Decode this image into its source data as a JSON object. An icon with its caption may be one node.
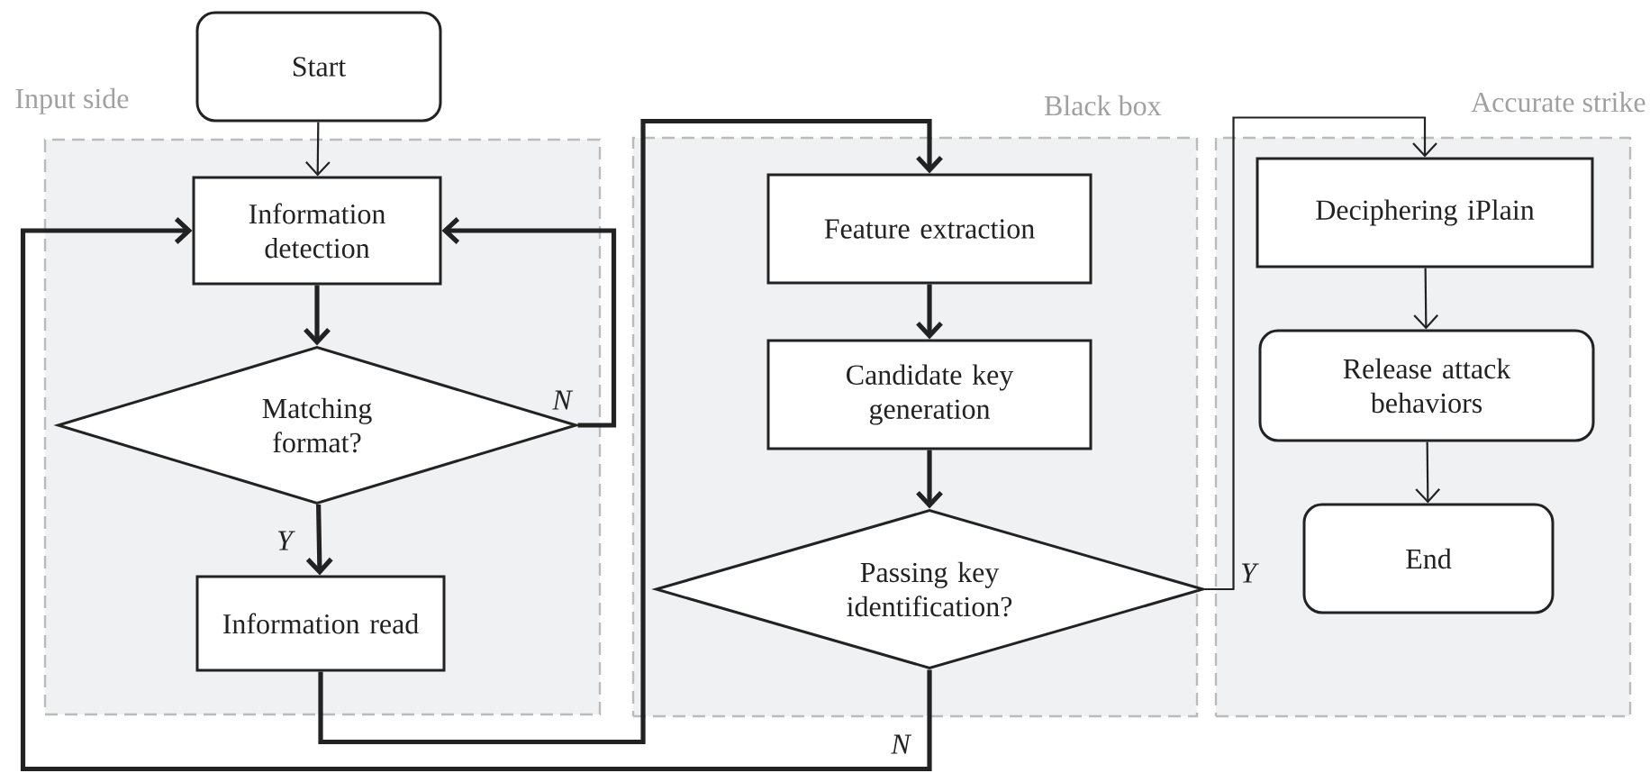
{
  "diagram": {
    "nodes": [
      {
        "text": [
          "Start"
        ]
      },
      {
        "text": [
          "Input side"
        ]
      },
      {
        "text": [
          "Information detection"
        ],
        "in": 1
      },
      {
        "text": [
          "Matching format?"
        ],
        "in": 1
      },
      {
        "text": [
          "Information read"
        ],
        "in": 1
      },
      {
        "text": [
          "Black box"
        ]
      },
      {
        "text": [
          "Feature extraction"
        ],
        "in": 5
      },
      {
        "text": [
          "Candidate key generation"
        ],
        "in": 5
      },
      {
        "text": [
          "Passing key identification?"
        ],
        "in": 5
      },
      {
        "text": [
          "Accurate strike"
        ]
      },
      {
        "text": [
          "Deciphering iPlain"
        ],
        "in": 9
      },
      {
        "text": [
          "Release attack behaviors"
        ],
        "in": 9
      },
      {
        "text": [
          "End"
        ],
        "in": 9
      }
    ],
    "edges": [
      {
        "from": 0,
        "to": 2,
        "arrow": "to"
      },
      {
        "from": 2,
        "to": 3,
        "arrow": "to"
      },
      {
        "from": 3,
        "to": 2,
        "arrow": "to",
        "label": "N"
      },
      {
        "from": 3,
        "to": 4,
        "arrow": "to",
        "label": "Y"
      },
      {
        "from": 4,
        "to": 6,
        "arrow": "to"
      },
      {
        "from": 6,
        "to": 7,
        "arrow": "to"
      },
      {
        "from": 7,
        "to": 8,
        "arrow": "to"
      },
      {
        "from": 8,
        "to": 2,
        "arrow": "to",
        "label": "N"
      },
      {
        "from": 8,
        "to": 10,
        "arrow": "to",
        "label": "Y"
      },
      {
        "from": 10,
        "to": 11,
        "arrow": "to"
      },
      {
        "from": 11,
        "to": 12,
        "arrow": "to"
      }
    ]
  }
}
